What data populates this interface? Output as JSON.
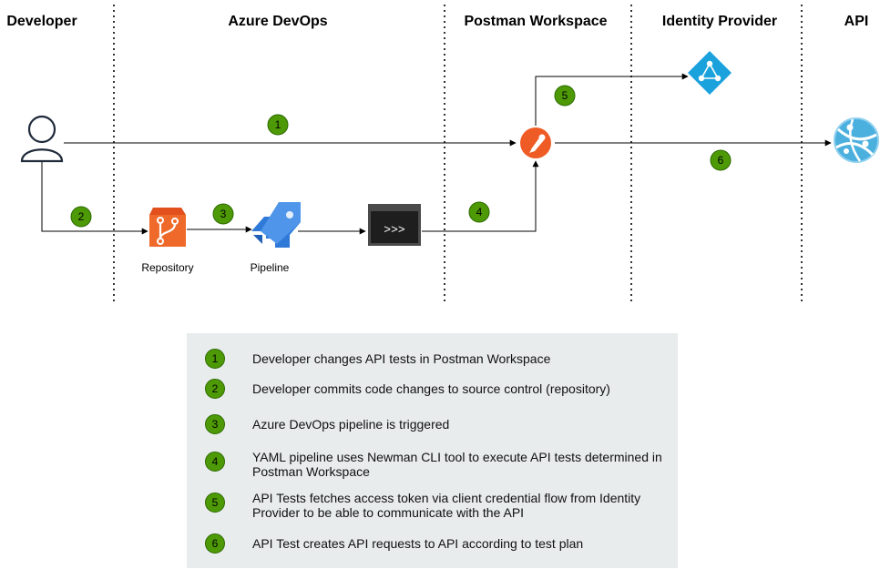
{
  "lanes": [
    "Developer",
    "Azure DevOps",
    "Postman Workspace",
    "Identity Provider",
    "API"
  ],
  "icons": {
    "developer": "user-icon",
    "repository": "repository-icon",
    "pipeline": "pipeline-icon",
    "cli": "terminal-icon",
    "postman": "postman-icon",
    "identity": "identity-provider-icon",
    "api": "api-icon"
  },
  "labels": {
    "repository": "Repository",
    "pipeline": "Pipeline",
    "cli_prompt": ">>>"
  },
  "badges": [
    "1",
    "2",
    "3",
    "4",
    "5",
    "6"
  ],
  "legend": [
    {
      "num": "1",
      "text": "Developer changes API tests in Postman Workspace"
    },
    {
      "num": "2",
      "text": "Developer commits code changes to source control (repository)"
    },
    {
      "num": "3",
      "text": "Azure DevOps pipeline is triggered"
    },
    {
      "num": "4",
      "text": "YAML pipeline uses Newman CLI tool to execute API tests determined in Postman Workspace"
    },
    {
      "num": "5",
      "text": "API Tests fetches access token via client credential flow from Identity Provider to be able to communicate with the API"
    },
    {
      "num": "6",
      "text": "API Test creates API requests to API according to test plan"
    }
  ],
  "colors": {
    "badge": "#4d9a06",
    "repo": "#e2501d",
    "pipeline": "#2f79d8",
    "postman": "#ef5b25",
    "identity": "#1ba2dc",
    "api": "#4cb0df",
    "legend_bg": "#e8eced"
  }
}
